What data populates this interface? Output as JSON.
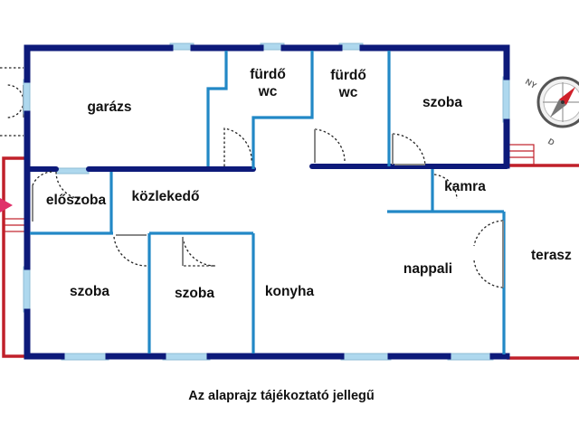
{
  "rooms": {
    "garazs": "garázs",
    "furdo1": "fürdő",
    "wc1": "wc",
    "furdo2": "fürdő",
    "wc2": "wc",
    "szoba_ne": "szoba",
    "kamra": "kamra",
    "eloszoba": "előszoba",
    "kozlekedo": "közlekedő",
    "nappali": "nappali",
    "terasz": "terasz",
    "szoba_sw": "szoba",
    "szoba_mid": "szoba",
    "konyha": "konyha"
  },
  "compass": {
    "north": "NY",
    "south": "D"
  },
  "caption": "Az alaprajz tájékoztató jellegű",
  "colors": {
    "outer_wall": "#0d1a7a",
    "inner_wall": "#2288c6",
    "window": "#aed8ee",
    "terrace_line": "#c0202a",
    "entrance_marker": "#e0306a"
  }
}
